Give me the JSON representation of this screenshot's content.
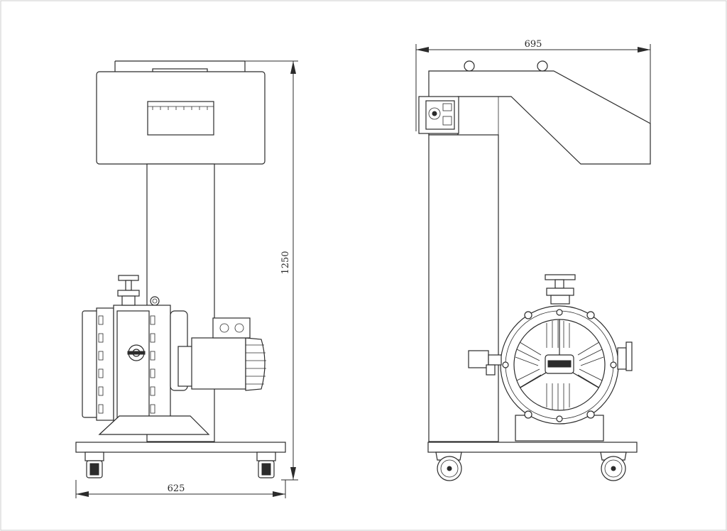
{
  "drawing": {
    "front_view": {
      "width_dimension": "625",
      "height_dimension": "1250"
    },
    "side_view": {
      "width_dimension": "695"
    }
  },
  "colors": {
    "line": "#2b2b2b",
    "background": "#ffffff",
    "border": "#cccccc"
  }
}
